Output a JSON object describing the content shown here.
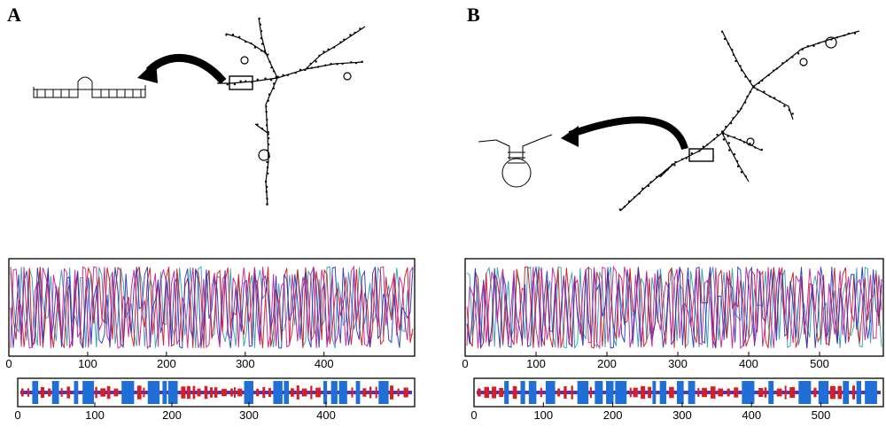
{
  "panels": [
    {
      "id": "A",
      "label": "A",
      "profile_ticks": [
        "0",
        "100",
        "200",
        "300",
        "400"
      ],
      "profile_tick_values": [
        0,
        100,
        200,
        300,
        400
      ],
      "profile_length": 515,
      "bar_ticks": [
        "0",
        "100",
        "200",
        "300",
        "400"
      ],
      "bar_tick_values": [
        0,
        100,
        200,
        300,
        400
      ],
      "bar_length": 515
    },
    {
      "id": "B",
      "label": "B",
      "profile_ticks": [
        "0",
        "100",
        "200",
        "300",
        "400",
        "500"
      ],
      "profile_tick_values": [
        0,
        100,
        200,
        300,
        400,
        500
      ],
      "profile_length": 590,
      "bar_ticks": [
        "0",
        "100",
        "200",
        "300",
        "400",
        "500"
      ],
      "bar_tick_values": [
        0,
        100,
        200,
        300,
        400,
        500
      ],
      "bar_length": 590
    }
  ],
  "colors": {
    "line_magenta": "#c2188f",
    "line_red": "#d01010",
    "line_teal": "#2a9ab0",
    "line_blue": "#2030c0",
    "bar_red": "#d42020",
    "bar_blue": "#1f6fd6",
    "bar_axis": "#5a2cc8"
  }
}
